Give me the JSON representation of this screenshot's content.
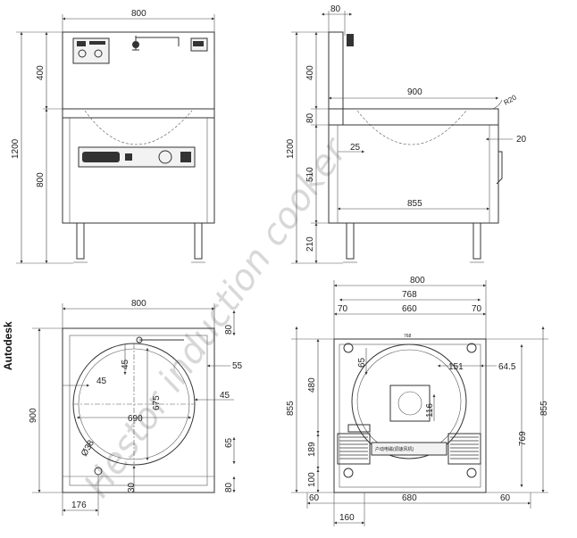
{
  "side_label": "Autodesk",
  "watermark": "Hestor induction cooker",
  "panel_text": "户动电磁(调速风机)",
  "front_view": {
    "width": "800",
    "height_total": "1200",
    "height_top": "400",
    "height_body": "800"
  },
  "side_view": {
    "top": "80",
    "depth": "900",
    "rim": "R20",
    "height_total": "1200",
    "h400": "400",
    "h80": "80",
    "h510": "510",
    "h210": "210",
    "d25": "25",
    "d20": "20",
    "d855": "855"
  },
  "top_view": {
    "width": "800",
    "depth": "900",
    "d80a": "80",
    "d55": "55",
    "d45a": "45",
    "d45b": "45",
    "d45c": "45",
    "d675": "675",
    "d690": "690",
    "d65": "65",
    "d638": "Ø38",
    "d30": "30",
    "d80b": "80",
    "d176": "176"
  },
  "bottom_view": {
    "w800": "800",
    "w768": "768",
    "w70a": "70",
    "w660": "660",
    "w70b": "70",
    "w768s": "768",
    "d65": "65",
    "d151": "151",
    "d64_5": "64.5",
    "d480": "480",
    "d116": "116",
    "d855l": "855",
    "d189": "189",
    "d100": "100",
    "d769": "769",
    "d855r": "855",
    "w60a": "60",
    "w680": "680",
    "w60b": "60",
    "w160": "160"
  }
}
